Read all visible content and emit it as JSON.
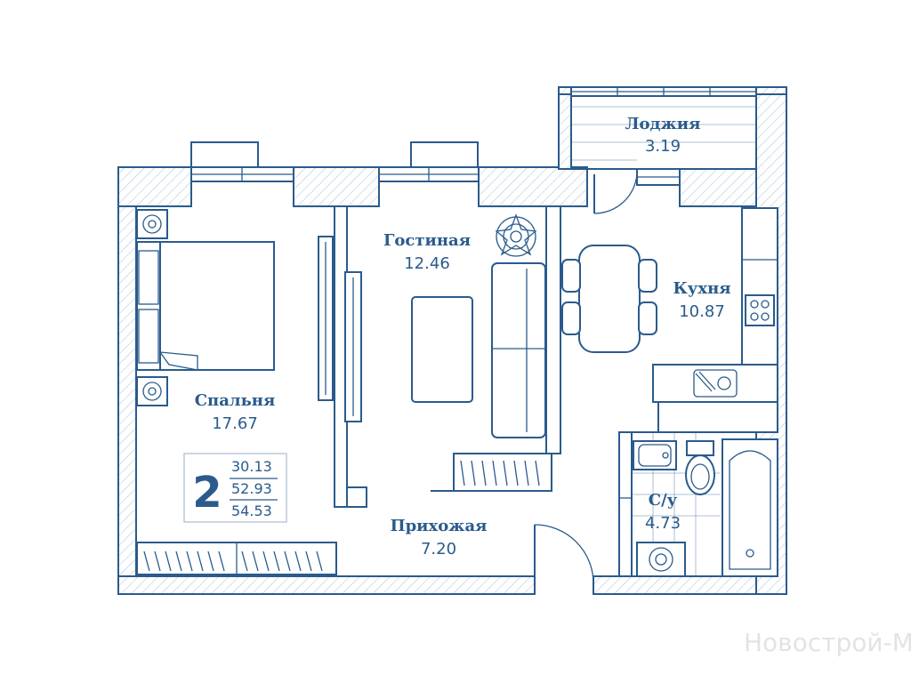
{
  "rooms": {
    "loggia": {
      "name": "Лоджия",
      "area": "3.19"
    },
    "kitchen": {
      "name": "Кухня",
      "area": "10.87"
    },
    "living": {
      "name": "Гостиная",
      "area": "12.46"
    },
    "bedroom": {
      "name": "Спальня",
      "area": "17.67"
    },
    "hall": {
      "name": "Прихожая",
      "area": "7.20"
    },
    "bath": {
      "name": "С/у",
      "area": "4.73"
    }
  },
  "summary": {
    "rooms_count": "2",
    "living_area": "30.13",
    "total_area": "52.93",
    "total_area_with_loggia": "54.53"
  },
  "watermark": "Новострой-М",
  "colors": {
    "line": "#2a5b8c",
    "hatch": "#b8c9db",
    "background": "#ffffff"
  }
}
